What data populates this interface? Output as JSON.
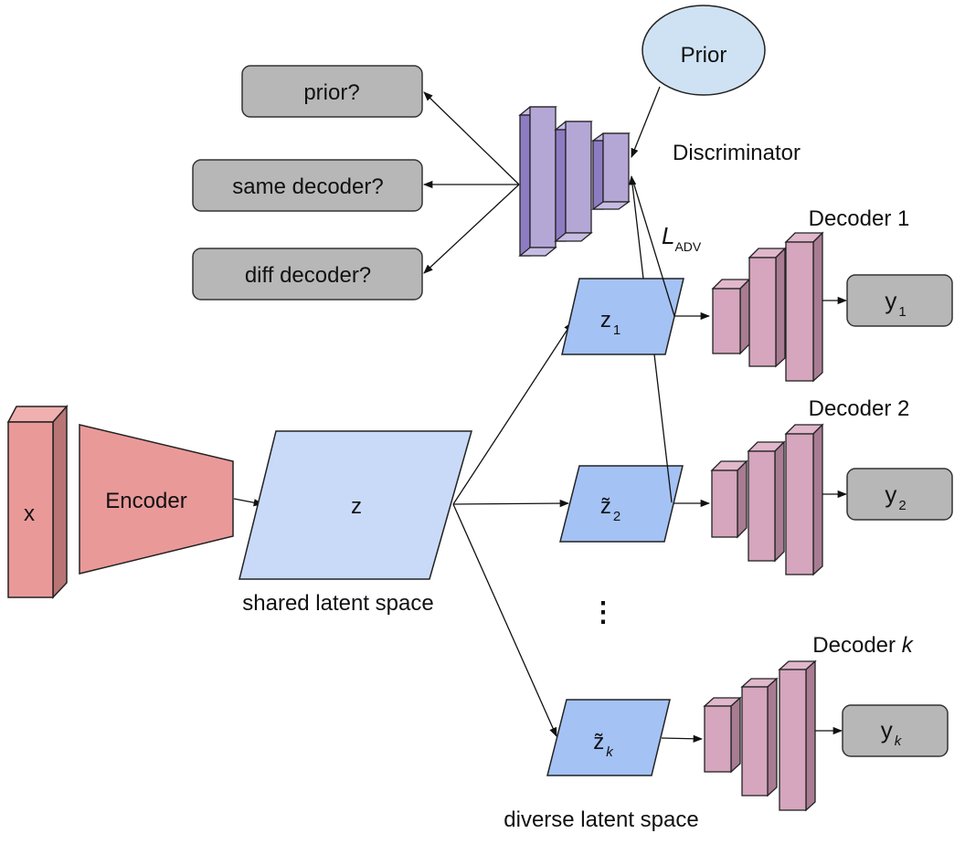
{
  "colors": {
    "encoder": "#ea9999",
    "encoder_side": "#b97474",
    "encoder_top": "#f0b0b0",
    "latent_shared": "#c9daf8",
    "latent_diverse": "#a4c2f4",
    "prior": "#cfe2f3",
    "discriminator": "#b4a7d6",
    "discriminator_side": "#8e7cc3",
    "decoder": "#d5a6bd",
    "decoder_side": "#a87c92",
    "output_box": "#b7b7b7"
  },
  "nodes": {
    "input": "x",
    "encoder": "Encoder",
    "shared_latent": "z",
    "shared_latent_caption": "shared latent space",
    "diverse_latent_caption": "diverse latent space",
    "prior": "Prior",
    "discriminator": "Discriminator",
    "loss_main": "L",
    "loss_sub": "ADV",
    "ellipsis": "⋮",
    "disc_outputs": [
      "prior?",
      "same decoder?",
      "diff decoder?"
    ],
    "branches": [
      {
        "latent": "z",
        "latent_sub": "1",
        "tilde": false,
        "decoder_label": "Decoder 1",
        "decoder_k": "",
        "output": "y",
        "output_sub": "1"
      },
      {
        "latent": "z̃",
        "latent_sub": "2",
        "tilde": true,
        "decoder_label": "Decoder 2",
        "decoder_k": "",
        "output": "y",
        "output_sub": "2"
      },
      {
        "latent": "z̃",
        "latent_sub": "k",
        "tilde": true,
        "decoder_label": "Decoder ",
        "decoder_k": "k",
        "output": "y",
        "output_sub": "k"
      }
    ]
  }
}
